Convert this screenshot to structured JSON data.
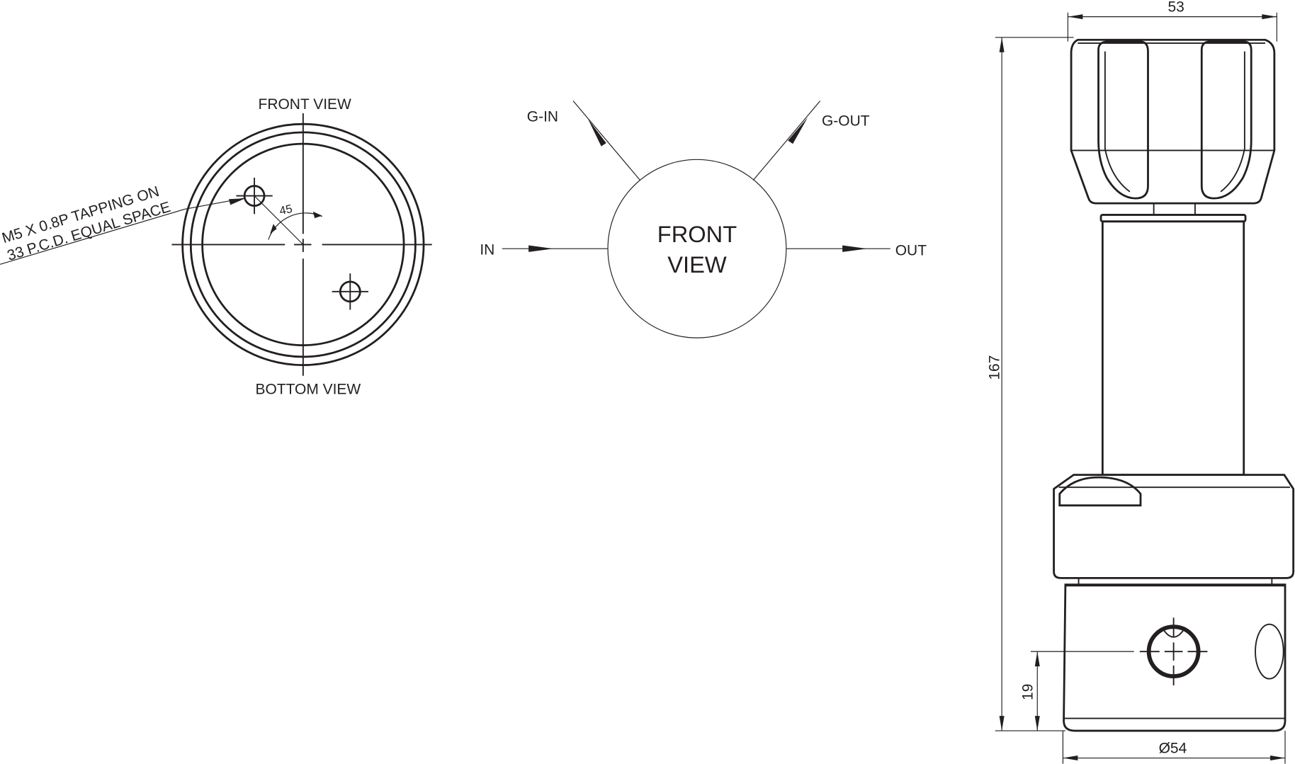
{
  "bottom_view": {
    "top_label": "FRONT VIEW",
    "bottom_label": "BOTTOM VIEW",
    "angle_label": "45",
    "note_line1": "M5 X 0.8P TAPPING ON",
    "note_line2": "33 P.C.D. EQUAL SPACE"
  },
  "port_diagram": {
    "center_line1": "FRONT",
    "center_line2": "VIEW",
    "in_label": "IN",
    "out_label": "OUT",
    "gauge_in_label": "G-IN",
    "gauge_out_label": "G-OUT"
  },
  "side_view": {
    "width_dim": "53",
    "height_dim": "167",
    "port_height_dim": "19",
    "diameter_dim": "Ø54"
  }
}
